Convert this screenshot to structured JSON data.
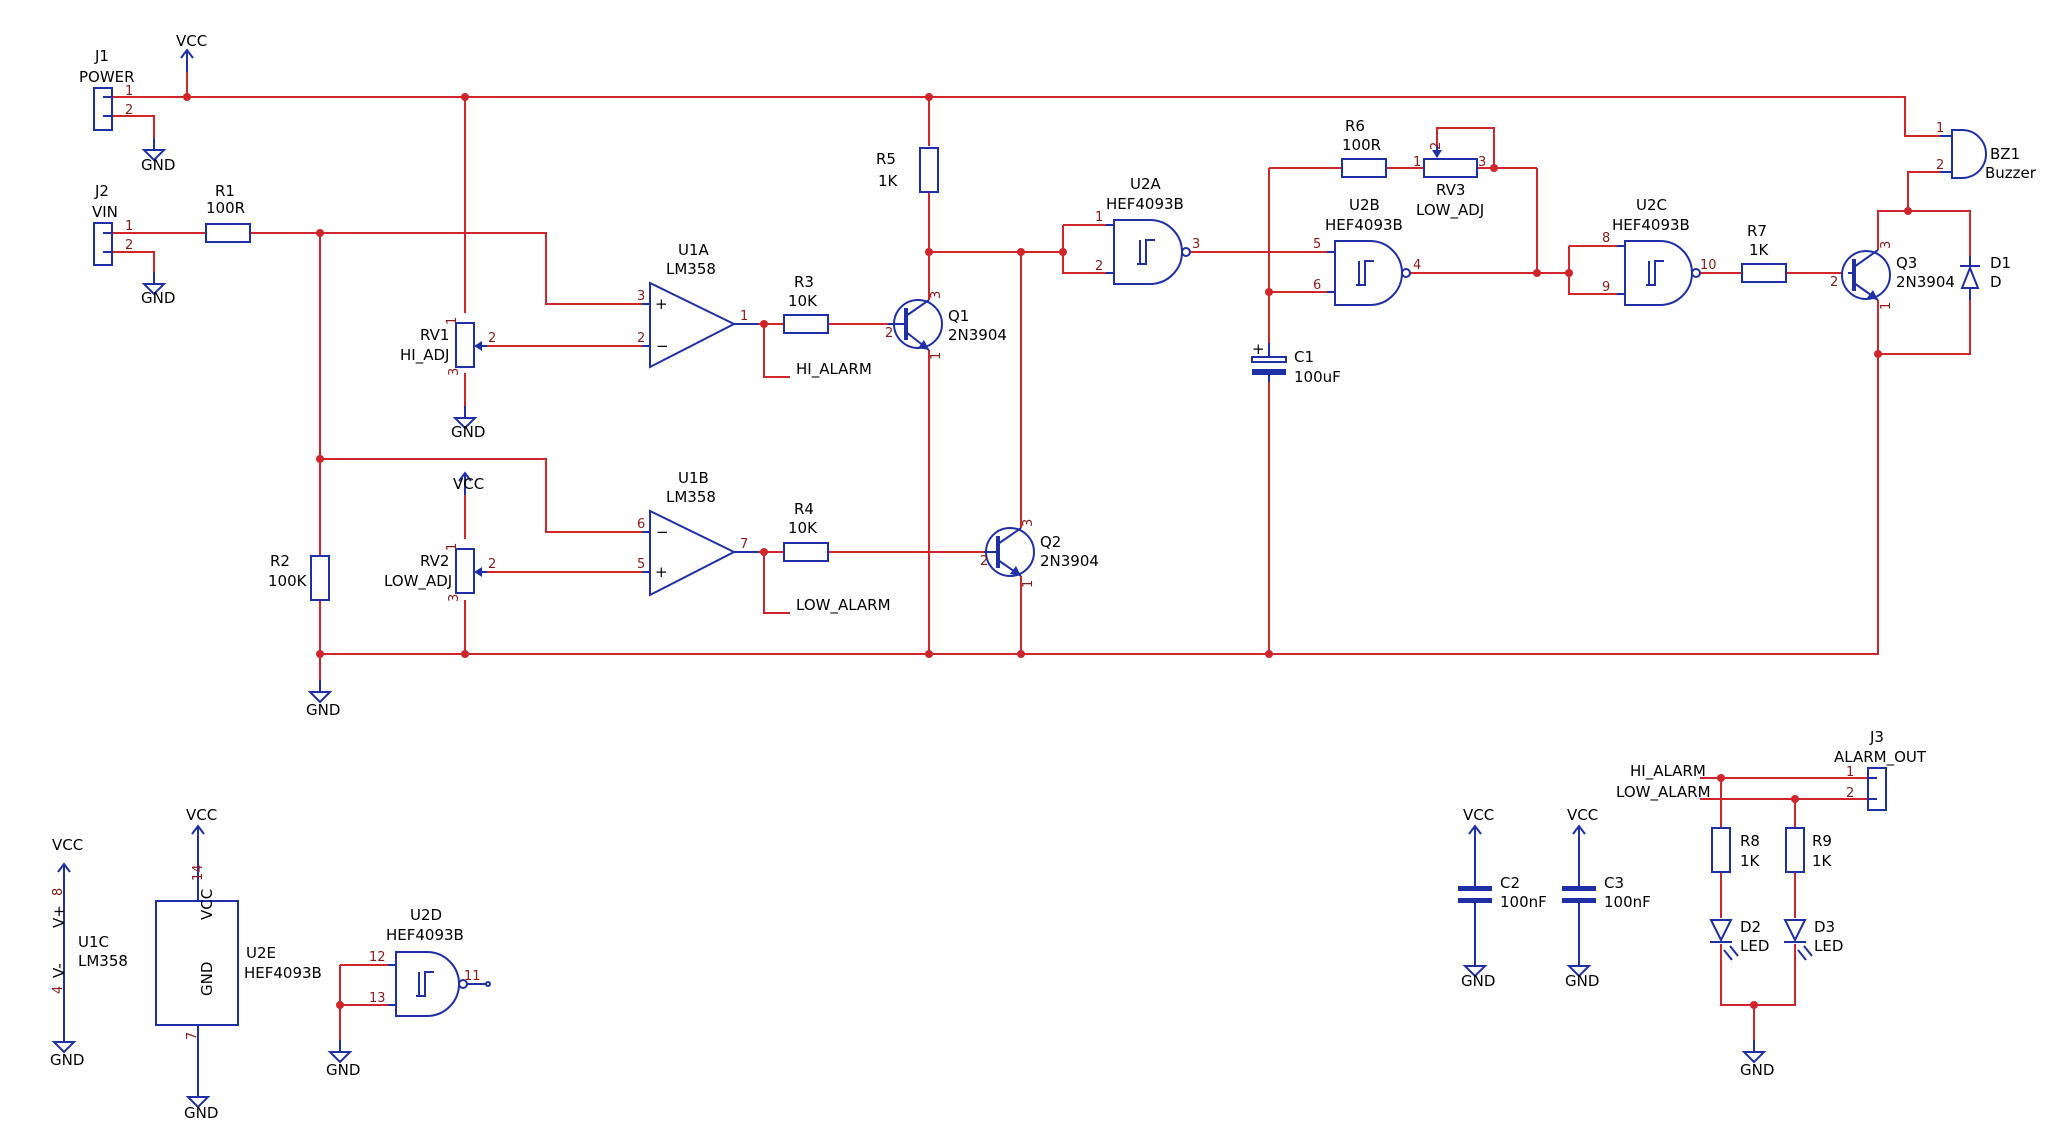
{
  "components": {
    "j1": {
      "ref": "J1",
      "value": "POWER",
      "pins": [
        "1",
        "2"
      ]
    },
    "j2": {
      "ref": "J2",
      "value": "VIN",
      "pins": [
        "1",
        "2"
      ]
    },
    "j3": {
      "ref": "J3",
      "value": "ALARM_OUT",
      "pins": [
        "1",
        "2"
      ]
    },
    "r1": {
      "ref": "R1",
      "value": "100R"
    },
    "r2": {
      "ref": "R2",
      "value": "100K"
    },
    "r3": {
      "ref": "R3",
      "value": "10K"
    },
    "r4": {
      "ref": "R4",
      "value": "10K"
    },
    "r5": {
      "ref": "R5",
      "value": "1K"
    },
    "r6": {
      "ref": "R6",
      "value": "100R"
    },
    "r7": {
      "ref": "R7",
      "value": "1K"
    },
    "r8": {
      "ref": "R8",
      "value": "1K"
    },
    "r9": {
      "ref": "R9",
      "value": "1K"
    },
    "rv1": {
      "ref": "RV1",
      "value": "HI_ADJ"
    },
    "rv2": {
      "ref": "RV2",
      "value": "LOW_ADJ"
    },
    "rv3": {
      "ref": "RV3",
      "value": "LOW_ADJ"
    },
    "u1a": {
      "ref": "U1A",
      "value": "LM358"
    },
    "u1b": {
      "ref": "U1B",
      "value": "LM358"
    },
    "u1c": {
      "ref": "U1C",
      "value": "LM358",
      "v_plus": "V+",
      "v_minus": "V-"
    },
    "u2a": {
      "ref": "U2A",
      "value": "HEF4093B"
    },
    "u2b": {
      "ref": "U2B",
      "value": "HEF4093B"
    },
    "u2c": {
      "ref": "U2C",
      "value": "HEF4093B"
    },
    "u2d": {
      "ref": "U2D",
      "value": "HEF4093B"
    },
    "u2e": {
      "ref": "U2E",
      "value": "HEF4093B",
      "vcc": "VCC",
      "gnd": "GND"
    },
    "q1": {
      "ref": "Q1",
      "value": "2N3904"
    },
    "q2": {
      "ref": "Q2",
      "value": "2N3904"
    },
    "q3": {
      "ref": "Q3",
      "value": "2N3904"
    },
    "c1": {
      "ref": "C1",
      "value": "100uF"
    },
    "c2": {
      "ref": "C2",
      "value": "100nF"
    },
    "c3": {
      "ref": "C3",
      "value": "100nF"
    },
    "d1": {
      "ref": "D1",
      "value": "D"
    },
    "d2": {
      "ref": "D2",
      "value": "LED"
    },
    "d3": {
      "ref": "D3",
      "value": "LED"
    },
    "bz1": {
      "ref": "BZ1",
      "value": "Buzzer"
    }
  },
  "nets": {
    "vcc": "VCC",
    "gnd": "GND",
    "hi_alarm": "HI_ALARM",
    "low_alarm": "LOW_ALARM"
  },
  "pin_numbers": {
    "p1": "1",
    "p2": "2",
    "p3": "3",
    "p4": "4",
    "p5": "5",
    "p6": "6",
    "p7": "7",
    "p8": "8",
    "p9": "9",
    "p10": "10",
    "p11": "11",
    "p12": "12",
    "p13": "13",
    "p14": "14"
  },
  "colors": {
    "wire": "#d0262b",
    "symbol": "#1f2fa6",
    "junction": "#d0262b"
  }
}
